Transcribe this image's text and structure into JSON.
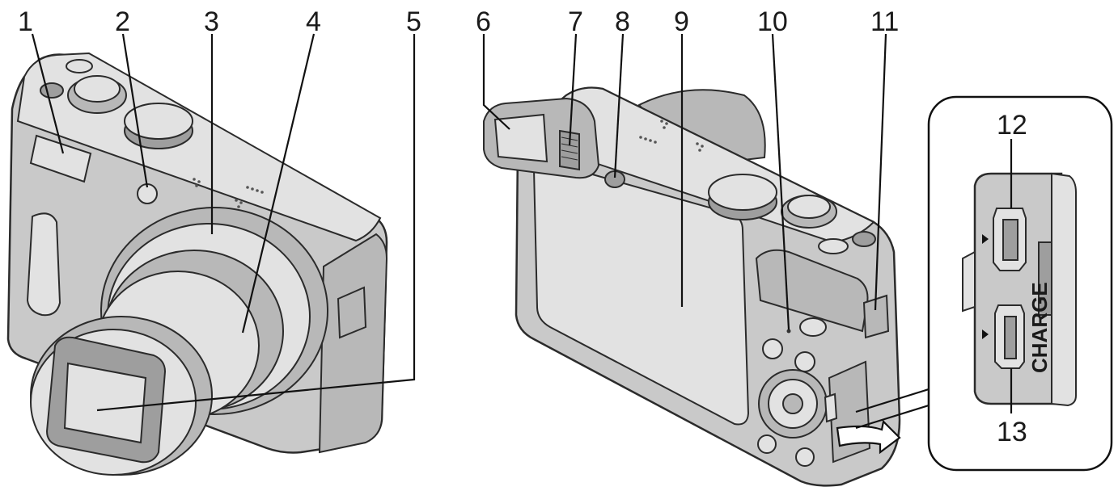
{
  "labels": {
    "n1": "1",
    "n2": "2",
    "n3": "3",
    "n4": "4",
    "n5": "5",
    "n6": "6",
    "n7": "7",
    "n8": "8",
    "n9": "9",
    "n10": "10",
    "n11": "11",
    "n12": "12",
    "n13": "13"
  },
  "charge_text": "CHARGE",
  "colors": {
    "body": "#c9c9c9",
    "highlight": "#e2e2e2",
    "shadow": "#9e9e9e",
    "outline": "#2b2b2b"
  }
}
